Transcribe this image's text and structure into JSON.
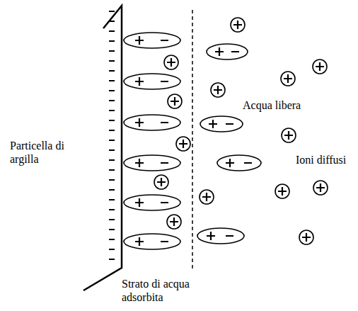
{
  "diagram": {
    "labels": [
      "Particella di argilla",
      "Acqua libera",
      "Ioni diffusi",
      "Strato di acqua adsorbita"
    ]
  }
}
